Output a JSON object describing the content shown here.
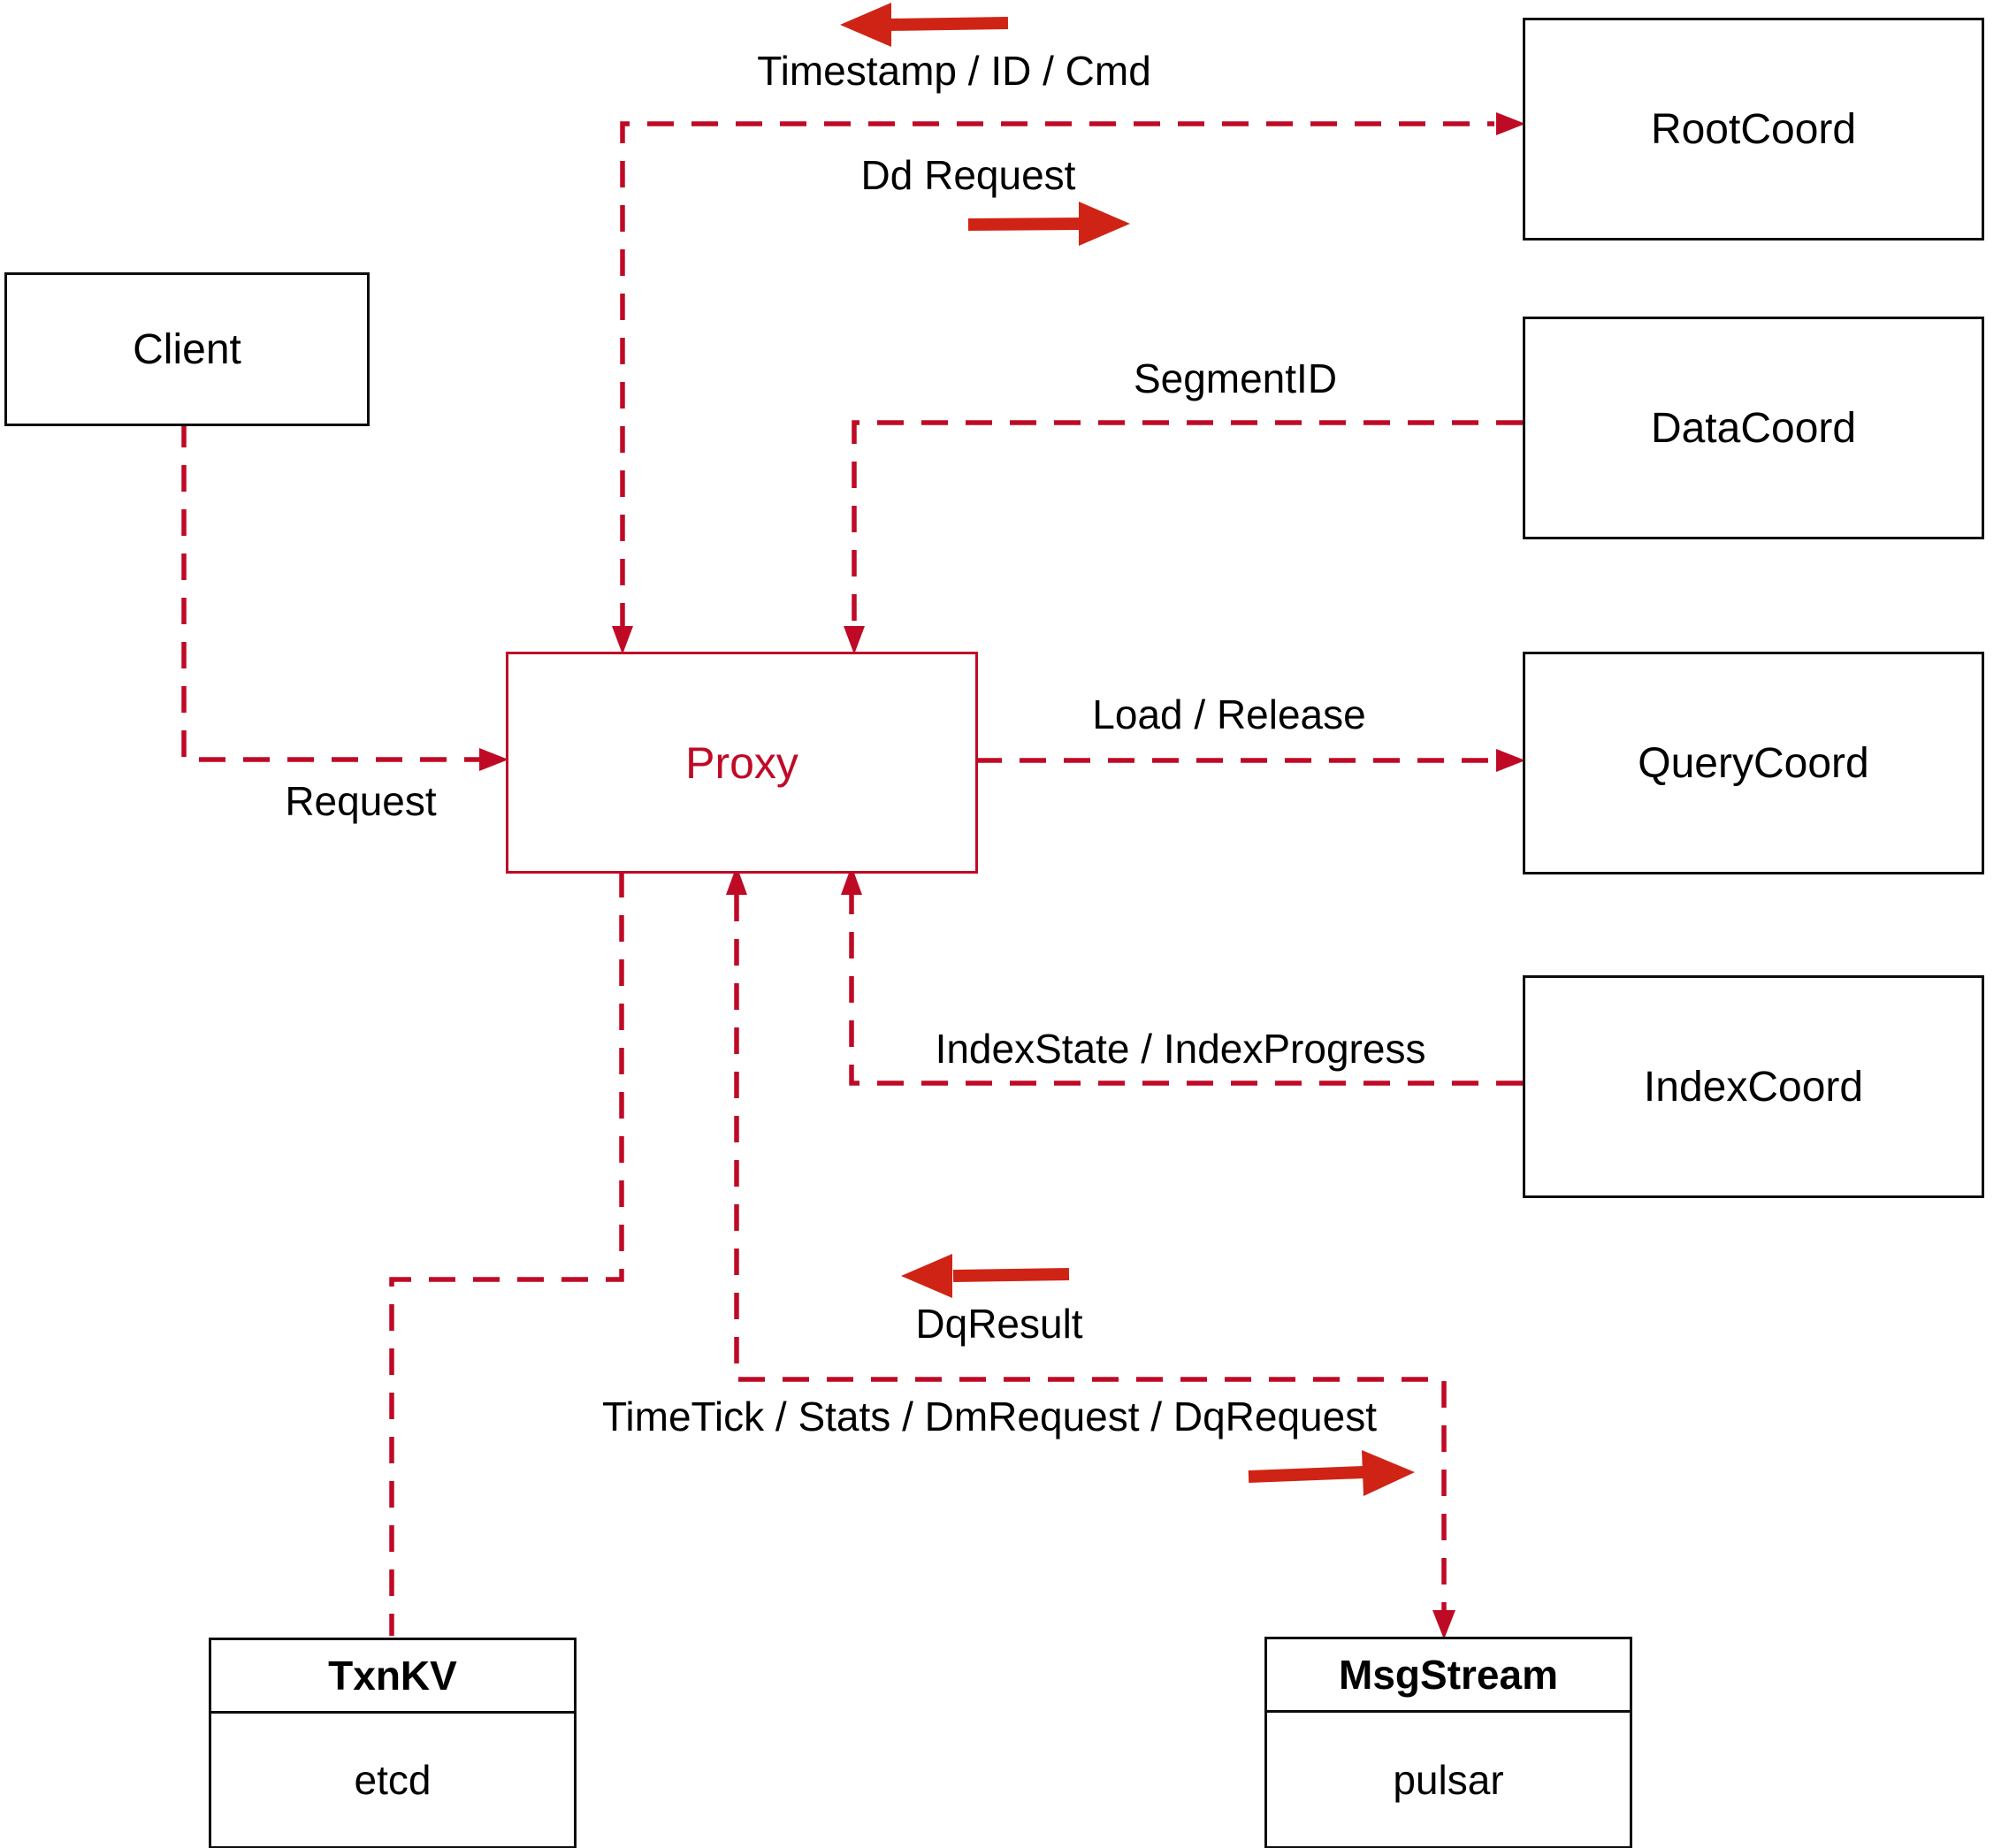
{
  "diagram": {
    "nodes": {
      "client": {
        "label": "Client"
      },
      "proxy": {
        "label": "Proxy"
      },
      "root_coord": {
        "label": "RootCoord"
      },
      "data_coord": {
        "label": "DataCoord"
      },
      "query_coord": {
        "label": "QueryCoord"
      },
      "index_coord": {
        "label": "IndexCoord"
      },
      "txn_kv": {
        "title": "TxnKV",
        "subtitle": "etcd"
      },
      "msg_stream": {
        "title": "MsgStream",
        "subtitle": "pulsar"
      }
    },
    "edge_labels": {
      "timestamp_id_cmd": "Timestamp / ID / Cmd",
      "dd_request": "Dd Request",
      "segment_id": "SegmentID",
      "request": "Request",
      "load_release": "Load / Release",
      "index_state": "IndexState / IndexProgress",
      "dq_result": "DqResult",
      "time_tick": "TimeTick / Stats / DmRequest / DqRequest"
    },
    "edges": [
      {
        "from": "Proxy",
        "to": "RootCoord",
        "forward_label": "Dd Request",
        "return_label": "Timestamp / ID / Cmd"
      },
      {
        "from": "DataCoord",
        "to": "Proxy",
        "forward_label": "SegmentID"
      },
      {
        "from": "Client",
        "to": "Proxy",
        "forward_label": "Request"
      },
      {
        "from": "Proxy",
        "to": "QueryCoord",
        "forward_label": "Load / Release"
      },
      {
        "from": "IndexCoord",
        "to": "Proxy",
        "forward_label": "IndexState / IndexProgress"
      },
      {
        "from": "Proxy",
        "to": "TxnKV",
        "forward_label": ""
      },
      {
        "from": "Proxy",
        "to": "MsgStream",
        "forward_label": "TimeTick / Stats / DmRequest / DqRequest",
        "return_label": "DqResult"
      }
    ],
    "colors": {
      "dashed_line": "#bf0a26",
      "solid_arrow": "#cf2415",
      "node_border": "#000000",
      "proxy_accent": "#bf0a26",
      "text": "#000000",
      "background": "#ffffff"
    }
  }
}
